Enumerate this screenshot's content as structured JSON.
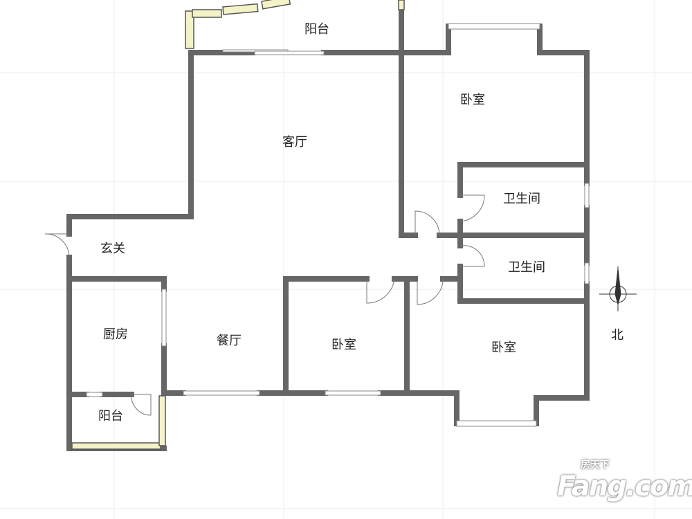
{
  "rooms": {
    "balcony_top": "阳台",
    "living_room": "客厅",
    "bedroom_ne": "卧室",
    "bathroom_1": "卫生间",
    "bathroom_2": "卫生间",
    "foyer": "玄关",
    "kitchen": "厨房",
    "dining_room": "餐厅",
    "bedroom_middle": "卧室",
    "bedroom_se": "卧室",
    "balcony_kitchen": "阳台"
  },
  "compass": {
    "north_label": "北"
  },
  "watermark": {
    "brand": "Fang.com",
    "brand_cn": "房天下"
  },
  "colors": {
    "wall": "#666666",
    "railing": "#f5f2c8",
    "grid": "#ececec"
  }
}
